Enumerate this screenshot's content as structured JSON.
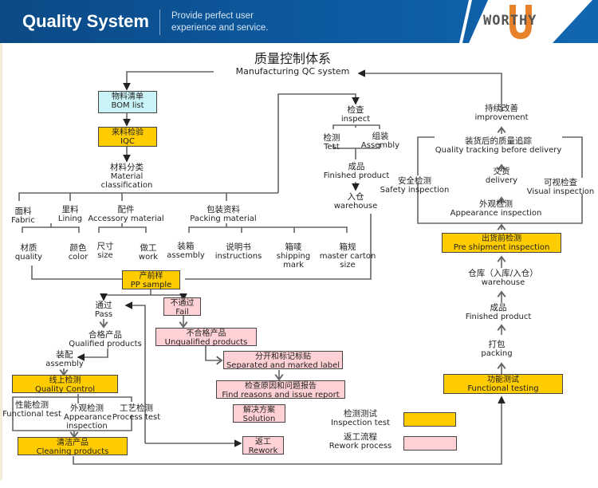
{
  "header": {
    "title": "Quality System",
    "tagline_line1": "Provide perfect user",
    "tagline_line2": "experience and service.",
    "logo_text": "WORTHY",
    "colors": {
      "banner": "#0d5aa0",
      "logo_accent": "#e8822a"
    }
  },
  "diagram": {
    "title_cn": "质量控制体系",
    "title_en": "Manufacturing QC system",
    "colors": {
      "inspection": "#ffcc00",
      "rework": "#ffd1d4",
      "bom": "#c9f3f7"
    },
    "nodes": {
      "bom": {
        "cn": "物料清单",
        "en": "BOM list"
      },
      "iqc": {
        "cn": "来料检验",
        "en": "IQC"
      },
      "material_class": {
        "cn": "材料分类",
        "en1": "Material",
        "en2": "classification"
      },
      "fabric": {
        "cn": "面料",
        "en": "Fabric"
      },
      "lining": {
        "cn": "里料",
        "en": "Lining"
      },
      "accessory": {
        "cn": "配件",
        "en": "Accessory material"
      },
      "packing_material": {
        "cn": "包装资料",
        "en": "Packing material"
      },
      "quality": {
        "cn": "材质",
        "en": "quality"
      },
      "color": {
        "cn": "颜色",
        "en": "color"
      },
      "size": {
        "cn": "尺寸",
        "en": "size"
      },
      "work": {
        "cn": "做工",
        "en": "work"
      },
      "assembly_box": {
        "cn": "装箱",
        "en": "assembly"
      },
      "instructions": {
        "cn": "说明书",
        "en": "instructions"
      },
      "shipping_mark": {
        "cn": "箱唛",
        "en1": "shipping",
        "en2": "mark"
      },
      "carton_size": {
        "cn": "箱规",
        "en1": "master carton",
        "en2": "size"
      },
      "pp_sample": {
        "cn": "产前样",
        "en": "PP sample"
      },
      "pass": {
        "cn": "通过",
        "en": "Pass"
      },
      "fail": {
        "cn": "不通过",
        "en": "Fail"
      },
      "qualified": {
        "cn": "合格产品",
        "en": "Qualified products"
      },
      "assembly": {
        "cn": "装配",
        "en": "assembly"
      },
      "quality_control": {
        "cn": "线上检测",
        "en": "Quality Control"
      },
      "functional_test": {
        "cn": "性能检测",
        "en": "Functional test"
      },
      "appearance_insp": {
        "cn": "外观检测",
        "en1": "Appearance",
        "en2": "inspection"
      },
      "process_test": {
        "cn": "工艺检测",
        "en": "Process test"
      },
      "cleaning": {
        "cn": "清洁产品",
        "en": "Cleaning products"
      },
      "unqualified": {
        "cn": "不合格产品",
        "en": "Unqualified products"
      },
      "separated": {
        "cn": "分开和标记标贴",
        "en": "Separated and marked label"
      },
      "find_reasons": {
        "cn": "检查原因和问题报告",
        "en": "Find reasons and issue report"
      },
      "solution": {
        "cn": "解决方案",
        "en": "Solution"
      },
      "rework": {
        "cn": "返工",
        "en": "Rework"
      },
      "inspect": {
        "cn": "检查",
        "en": "inspect"
      },
      "test": {
        "cn": "检测",
        "en": "Test"
      },
      "assembly2": {
        "cn": "组装",
        "en": "Assembly"
      },
      "finished_product": {
        "cn": "成品",
        "en": "Finished product"
      },
      "warehouse_in": {
        "cn": "入仓",
        "en": "warehouse"
      },
      "improvement": {
        "cn": "持续改善",
        "en": "improvement"
      },
      "quality_tracking": {
        "cn": "装货后的质量追踪",
        "en": "Quality tracking before delivery"
      },
      "delivery": {
        "cn": "交货",
        "en": "delivery"
      },
      "safety": {
        "cn": "安全检测",
        "en": "Safety inspection"
      },
      "visual": {
        "cn": "可视检查",
        "en": "Visual inspection"
      },
      "appearance2": {
        "cn": "外观检测",
        "en": "Appearance inspection"
      },
      "pre_shipment": {
        "cn": "出货前检测",
        "en": "Pre shipment inspection"
      },
      "warehouse2": {
        "cn": "仓库（入库/入仓）",
        "en": "warehouse"
      },
      "finished2": {
        "cn": "成品",
        "en": "Finished product"
      },
      "packing": {
        "cn": "打包",
        "en": "packing"
      },
      "functional_testing": {
        "cn": "功能测试",
        "en": "Functional testing"
      }
    },
    "legend": [
      {
        "cn": "检测测试",
        "en": "Inspection test",
        "color": "#ffcc00"
      },
      {
        "cn": "返工流程",
        "en": "Rework process",
        "color": "#ffd1d4"
      }
    ]
  }
}
